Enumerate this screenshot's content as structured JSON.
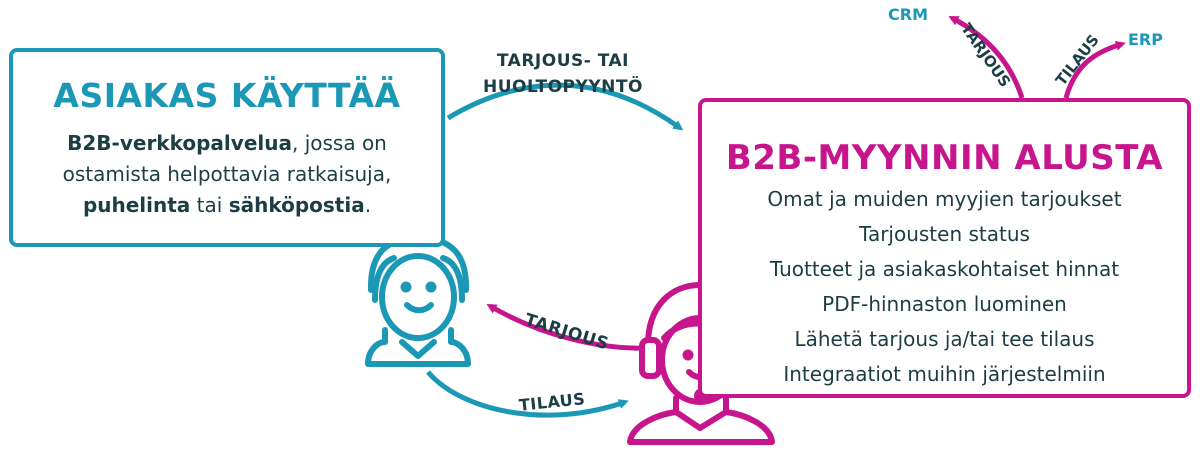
{
  "customer": {
    "title": "ASIAKAS KÄYTTÄÄ",
    "line1_bold": "B2B-verkkopalvelua",
    "line1_rest": ", jossa on",
    "line2": "ostamista helpottavia ratkaisuja,",
    "line3_bold1": "puhelinta",
    "line3_mid": " tai ",
    "line3_bold2": "sähköpostia",
    "line3_end": "."
  },
  "platform": {
    "title": "B2B-MYYNNIN ALUSTA",
    "items": [
      "Omat ja muiden myyjien tarjoukset",
      "Tarjousten status",
      "Tuotteet ja asiakaskohtaiset hinnat",
      "PDF-hinnaston luominen",
      "Lähetä tarjous ja/tai tee tilaus",
      "Integraatiot muihin järjestelmiin"
    ]
  },
  "flows": {
    "request_line1": "TARJOUS- TAI",
    "request_line2": "HUOLTOPYYNTÖ",
    "offer": "TARJOUS",
    "order": "TILAUS",
    "to_crm": "TARJOUS",
    "to_erp": "TILAUS"
  },
  "systems": {
    "crm": "CRM",
    "erp": "ERP"
  },
  "colors": {
    "teal": "#1a98b5",
    "magenta": "#c7158e",
    "dark_text": "#1c3d44"
  },
  "icons": {
    "customer": "customer-person-icon",
    "agent": "support-agent-headset-icon"
  }
}
